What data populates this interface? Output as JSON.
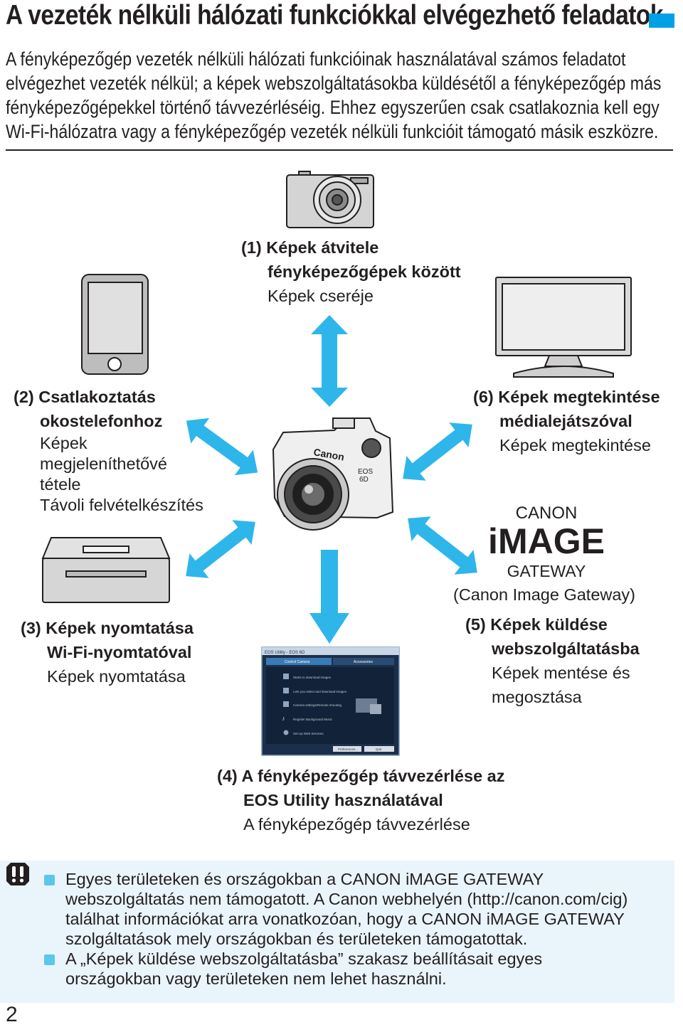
{
  "title": "A vezeték nélküli hálózati funkciókkal elvégezhető feladatok",
  "intro_lines": [
    "A fényképezőgép vezeték nélküli hálózati funkcióinak használatával számos feladatot",
    "elvégezhet vezeték nélkül; a képek webszolgáltatásokba küldésétől a fényképezőgép más",
    "fényképezőgépekkel történő távvezérléséig. Ehhez egyszerűen csak csatlakoznia kell egy",
    "Wi-Fi-hálózatra vagy a fényképezőgép vezeték nélküli funkcióit támogató másik eszközre."
  ],
  "features": {
    "f1": {
      "num": "(1)",
      "head_line1": "Képek átvitele",
      "head_line2": "fényképezőgépek között",
      "sub_lines": [
        "Képek cseréje"
      ]
    },
    "f2": {
      "num": "(2)",
      "head_line1": "Csatlakoztatás",
      "head_line2": "okostelefonhoz",
      "sub_lines": [
        "Képek",
        "megjeleníthetővé",
        "tétele",
        "Távoli felvételkészítés"
      ]
    },
    "f3": {
      "num": "(3)",
      "head_line1": "Képek nyomtatása",
      "head_line2": "Wi-Fi-nyomtatóval",
      "sub_lines": [
        "Képek nyomtatása"
      ]
    },
    "f4": {
      "num": "(4)",
      "head_line1": "A fényképezőgép távvezérlése az",
      "head_line2": "EOS Utility használatával",
      "sub_lines": [
        "A fényképezőgép távvezérlése"
      ]
    },
    "f5": {
      "num": "(5)",
      "head_line1": "Képek küldése",
      "head_line2": "webszolgáltatásba",
      "sub_lines": [
        "Képek mentése és",
        "megosztása"
      ]
    },
    "f6": {
      "num": "(6)",
      "head_line1": "Képek megtekintése",
      "head_line2": "médialejátszóval",
      "sub_lines": [
        "Képek megtekintése"
      ]
    }
  },
  "gateway_logo": {
    "top": "CANON",
    "middle": "iMAGE",
    "bottom": "GATEWAY",
    "caption": "(Canon Image Gateway)"
  },
  "camera_text": {
    "brand": "Canon",
    "model": "EOS",
    "model2": "6D"
  },
  "eos_utility_window": {
    "title": "EOS Utility - EOS 6D",
    "tabs": [
      "Control Camera",
      "Accessories"
    ],
    "items": [
      "Starts to download images",
      "Lets you select and download images",
      "Camera settings/Remote shooting",
      "Register Background Music",
      "Set Up Web Services"
    ],
    "buttons": [
      "Preferences...",
      "Quit"
    ]
  },
  "notice_bullets": [
    [
      "Egyes területeken és országokban a CANON iMAGE GATEWAY",
      "webszolgáltatás nem támogatott. A Canon webhelyén (http://canon.com/cig)",
      "találhat információkat arra vonatkozóan, hogy a CANON iMAGE GATEWAY",
      "szolgáltatások mely országokban és területeken támogatottak."
    ],
    [
      "A „Képek küldése webszolgáltatásba” szakasz beállításait egyes",
      "országokban vagy területeken nem lehet használni."
    ]
  ],
  "page_number": "2",
  "colors": {
    "accent": "#00a0e4",
    "arrow": "#2eb6ea",
    "notice_bg": "#eaf4fb",
    "bullet": "#5cc6ec"
  }
}
